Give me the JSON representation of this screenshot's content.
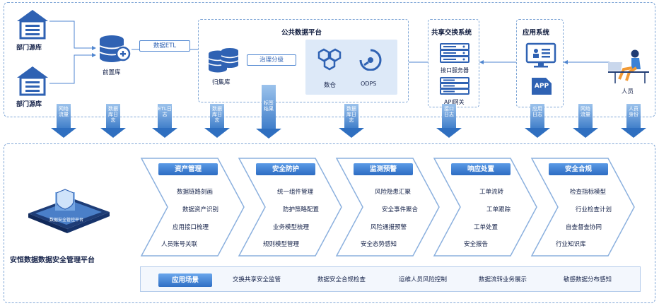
{
  "top": {
    "source_db_top": "部门源库",
    "source_db_bottom": "部门源库",
    "pre_db": "前置库",
    "etl_pill": "数据ETL",
    "platform_title": "公共数据平台",
    "collect_db": "归集库",
    "governance_pill": "治理分级",
    "warehouse": "数仓",
    "odps": "ODPS",
    "exchange_title": "共享交换系统",
    "interface_server": "接口服务器",
    "api_gateway": "API网关",
    "app_system_title": "应用系统",
    "app_icon_text": "APP",
    "person": "人员"
  },
  "arrows": [
    {
      "text": "网络流量"
    },
    {
      "text": "数据库日志"
    },
    {
      "text": "ETL日志"
    },
    {
      "text": "数据库日志"
    },
    {
      "text": "标签结果"
    },
    {
      "text": "数据库日志"
    },
    {
      "text": "接口日志"
    },
    {
      "text": "应用日志"
    },
    {
      "text": "网络流量"
    },
    {
      "text": "人员身份"
    }
  ],
  "platform": {
    "name": "安恒数据数据安全管理平台",
    "device_label": "数据安全管控平台"
  },
  "modules": [
    {
      "title": "资产管理",
      "items": [
        "数据链路刻画",
        "数据资产识别",
        "应用接口梳理",
        "人员账号关联"
      ]
    },
    {
      "title": "安全防护",
      "items": [
        "统一组件管理",
        "防护策略配置",
        "业务模型梳理",
        "规则模型管理"
      ]
    },
    {
      "title": "监测预警",
      "items": [
        "风险隐患汇聚",
        "安全事件聚合",
        "风险通报预警",
        "安全态势感知"
      ]
    },
    {
      "title": "响应处置",
      "items": [
        "工单流转",
        "工单跟踪",
        "工单处置",
        "安全报告"
      ]
    },
    {
      "title": "安全合规",
      "items": [
        "检查指标模型",
        "行业检查计划",
        "自查督查协同",
        "行业知识库"
      ]
    }
  ],
  "scenarios": {
    "title": "应用场景",
    "items": [
      "交换共享安全监管",
      "数据安全合规检查",
      "运维人员风险控制",
      "数据流转业务展示",
      "敏感数据分布感知"
    ]
  },
  "colors": {
    "accent": "#2f6fc0",
    "accent_light": "#9cc3ec",
    "border": "#7fa6d6",
    "text": "#16234a"
  }
}
